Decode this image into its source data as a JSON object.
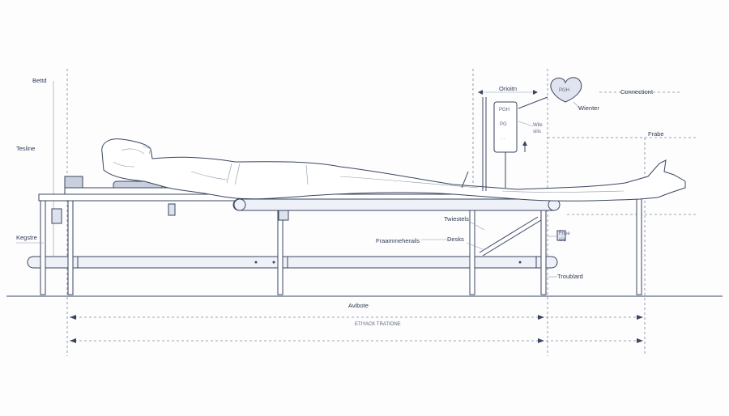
{
  "labels": {
    "bettd": "Bettd",
    "tesline": "Tesline",
    "kegstre": "Kegstre",
    "orioitn": "Orioitn",
    "connection": "Connectiont",
    "wienter": "Wienter",
    "wile_line1": "Wile",
    "wile_line2": "siiis",
    "frabe": "Frabe",
    "twiestels": "Twiestels",
    "frame_materials": "Fraammeherails",
    "desks": "Desks",
    "fnoe_line1": "Fnoe",
    "fnoe_line2": "siie",
    "troublard": "Troublard",
    "avibote": "Avibote",
    "bottom_dimension": "ETIYACK TRATIONE",
    "bag_top": "PGH",
    "bag_mid": "PG",
    "bag_low": "· ·",
    "heart_text": "PGH"
  },
  "colors": {
    "line": "#3a4560",
    "dim": "#7a8499",
    "label": "#2e3a52",
    "padding": "#c9cfdd",
    "tube_fill": "#eef1f7"
  },
  "icons": {
    "heart": "heart-shape-icon",
    "iv_bag": "iv-bag-icon"
  }
}
